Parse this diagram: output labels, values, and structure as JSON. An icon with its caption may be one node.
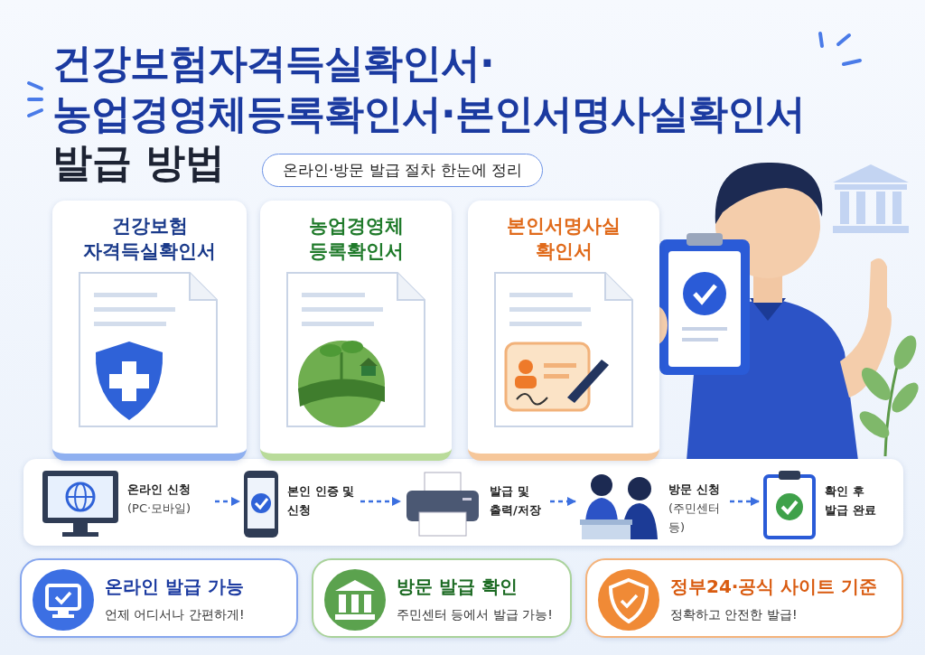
{
  "diagram": {
    "title": "건강보험자격득실확인서·농업경영체등록확인서·본인서명사실확인서",
    "nodes": [
      {
        "text": [
          "건강보험 자격득실확인서"
        ]
      },
      {
        "text": [
          "농업경영체 등록확인서"
        ]
      },
      {
        "text": [
          "본인서명사실 확인서"
        ]
      },
      {
        "text": [
          "온라인 신청",
          "(PC·모바일)"
        ]
      },
      {
        "text": [
          "본인 인증 및 신청"
        ]
      },
      {
        "text": [
          "발급 및 출력/저장"
        ]
      },
      {
        "text": [
          "방문 신청",
          "(주민센터 등)"
        ]
      },
      {
        "text": [
          "확인 후 발급 완료"
        ]
      },
      {
        "text": [
          "온라인 발급 가능",
          "언제 어디서나 간편하게!"
        ]
      },
      {
        "text": [
          "방문 발급 확인",
          "주민센터 등에서 발급 가능!"
        ]
      },
      {
        "text": [
          "정부24·공식 사이트 기준",
          "정확하고 안전한 발급!"
        ]
      }
    ],
    "edges": [
      {
        "from": 3,
        "to": 4,
        "arrow": "to"
      },
      {
        "from": 4,
        "to": 5,
        "arrow": "to"
      },
      {
        "from": 5,
        "to": 6,
        "arrow": "to"
      },
      {
        "from": 6,
        "to": 7,
        "arrow": "to"
      }
    ],
    "labels": [
      "발급 방법",
      "온라인·방문 발급 절차 한눈에 정리"
    ]
  }
}
